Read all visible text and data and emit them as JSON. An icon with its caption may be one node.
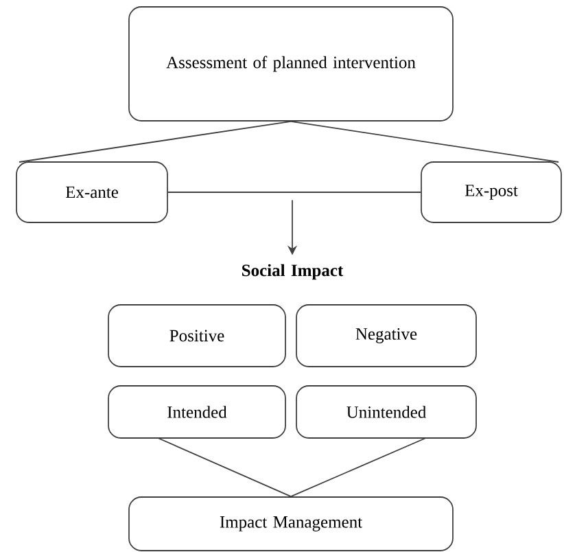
{
  "diagram": {
    "nodes": [
      {
        "text": [
          "Assessment of planned intervention"
        ]
      },
      {
        "text": [
          "Ex-ante"
        ]
      },
      {
        "text": [
          "Ex-post"
        ]
      },
      {
        "text": [
          "Social Impact"
        ]
      },
      {
        "text": [
          "Positive"
        ]
      },
      {
        "text": [
          "Negative"
        ]
      },
      {
        "text": [
          "Intended"
        ]
      },
      {
        "text": [
          "Unintended"
        ]
      },
      {
        "text": [
          "Impact Management"
        ]
      }
    ],
    "edges": [
      {
        "from": 0,
        "to": 1,
        "arrow": "none"
      },
      {
        "from": 0,
        "to": 2,
        "arrow": "none"
      },
      {
        "from": 1,
        "to": 2,
        "arrow": "none"
      },
      {
        "from": null,
        "to": 3,
        "arrow": "to"
      },
      {
        "from": 6,
        "to": 8,
        "arrow": "none"
      },
      {
        "from": 7,
        "to": 8,
        "arrow": "none"
      }
    ]
  }
}
